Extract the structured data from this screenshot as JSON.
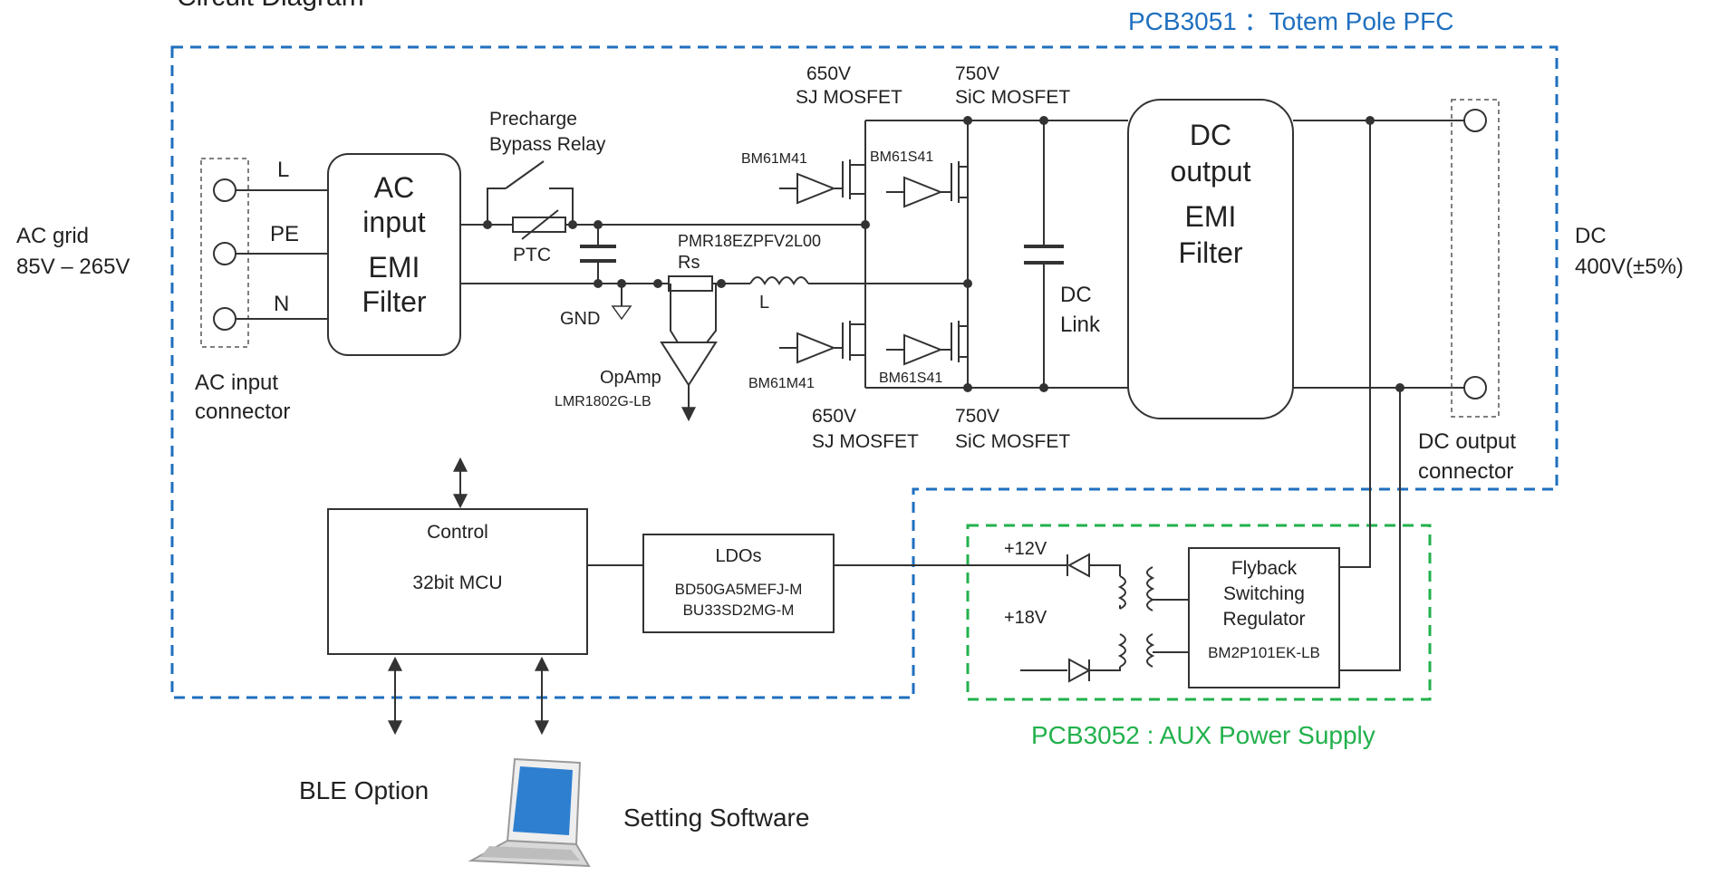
{
  "title": "Circuit Diagram",
  "pcb3051": {
    "label": "PCB3051 ：Totem Pole PFC",
    "color": "#1f6fbf"
  },
  "pcb3052": {
    "label": "PCB3052 : AUX Power Supply",
    "color": "#22b14c"
  },
  "ac_grid": {
    "line1": "AC grid",
    "line2": "85V – 265V"
  },
  "dc_out": {
    "line1": "DC",
    "line2": "400V(±5%)"
  },
  "ac_connector": {
    "pins": [
      "L",
      "PE",
      "N"
    ],
    "label1": "AC input",
    "label2": "connector"
  },
  "ac_emi": [
    "AC",
    "input",
    "EMI",
    "Filter"
  ],
  "precharge": {
    "line1": "Precharge",
    "line2": "Bypass Relay",
    "ptc": "PTC"
  },
  "gnd": "GND",
  "shunt": {
    "part": "PMR18EZPFV2L00",
    "rs": "Rs"
  },
  "inductor": "L",
  "opamp": {
    "name": "OpAmp",
    "part": "LMR1802G-LB"
  },
  "mosfets": {
    "top_sj_v": "650V",
    "top_sj_t": "SJ MOSFET",
    "top_sic_v": "750V",
    "top_sic_t": "SiC MOSFET",
    "bot_sj_v": "650V",
    "bot_sj_t": "SJ MOSFET",
    "bot_sic_v": "750V",
    "bot_sic_t": "SiC MOSFET"
  },
  "drivers": {
    "d1": "BM61M41",
    "d2": "BM61S41",
    "d3": "BM61M41",
    "d4": "BM61S41"
  },
  "dc_link": [
    "DC",
    "Link"
  ],
  "dc_emi": [
    "DC",
    "output",
    "EMI",
    "Filter"
  ],
  "dc_connector": {
    "label1": "DC output",
    "label2": "connector"
  },
  "control": {
    "title": "Control",
    "mcu": "32bit  MCU"
  },
  "ldos": {
    "title": "LDOs",
    "part1": "BD50GA5MEFJ-M",
    "part2": "BU33SD2MG-M"
  },
  "aux": {
    "v12": "+12V",
    "v18": "+18V"
  },
  "flyback": {
    "line1": "Flyback",
    "line2": "Switching",
    "line3": "Regulator",
    "part": "BM2P101EK-LB"
  },
  "ble": "BLE Option",
  "software": "Setting Software",
  "colors": {
    "line": "#333333",
    "laptop_screen": "#2f7fd0",
    "laptop_body": "#d8d8d8"
  }
}
